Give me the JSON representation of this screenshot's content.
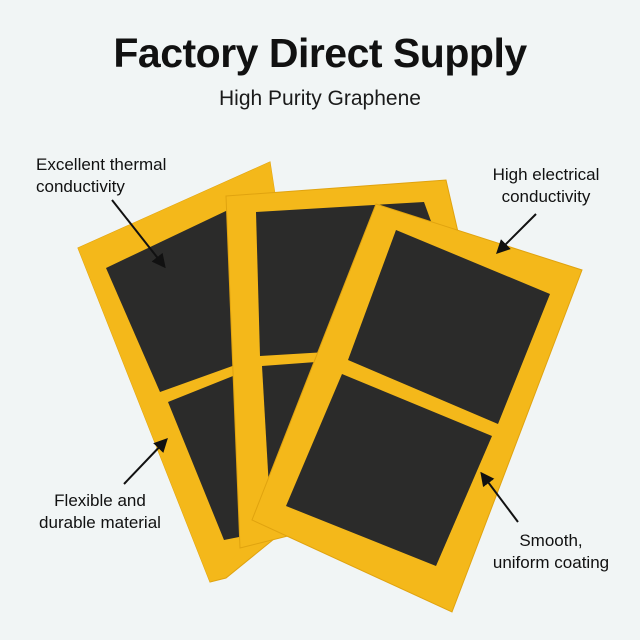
{
  "header": {
    "title": "Factory Direct Supply",
    "subtitle": "High Purity Graphene"
  },
  "callouts": {
    "top_left": [
      "Excellent thermal",
      "conductivity"
    ],
    "top_right": [
      "High electrical",
      "conductivity"
    ],
    "bottom_left": [
      "Flexible and",
      "durable material"
    ],
    "bottom_right": [
      "Smooth,",
      "uniform coating"
    ]
  },
  "colors": {
    "background": "#f1f5f5",
    "frame": "#f4b81a",
    "frame_edge": "#e0a30f",
    "graphene": "#2b2b2a",
    "text": "#111111"
  }
}
